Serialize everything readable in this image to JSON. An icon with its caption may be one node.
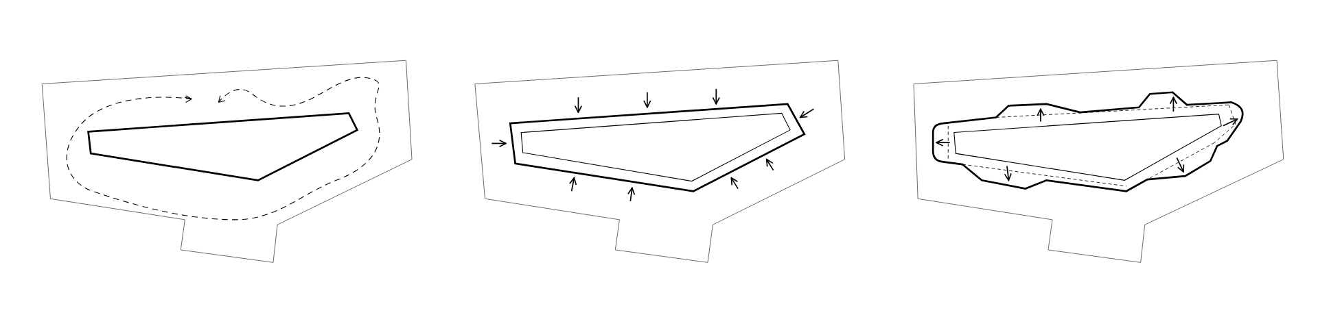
{
  "diagram": {
    "nodes": [
      {
        "text": [],
        "shape": "polygon"
      },
      {
        "text": [],
        "shape": "polygon",
        "in": 0
      },
      {
        "text": [],
        "shape": "polygon"
      },
      {
        "text": [],
        "shape": "polygon",
        "in": 2
      },
      {
        "text": [],
        "shape": "polygon"
      },
      {
        "text": [],
        "shape": "polygon",
        "in": 4
      }
    ]
  }
}
